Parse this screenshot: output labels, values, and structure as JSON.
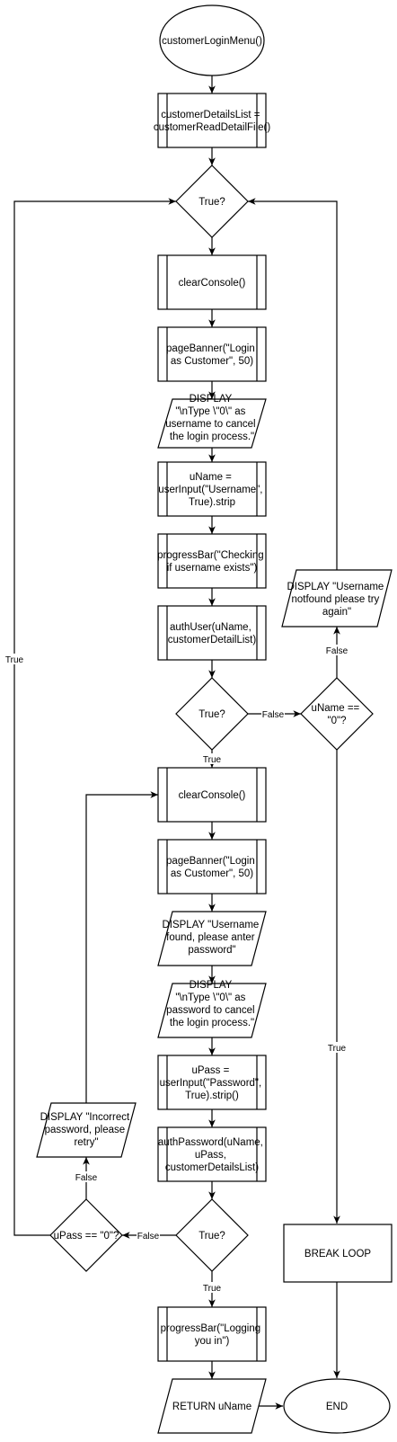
{
  "nodes": {
    "start": "customerLoginMenu()",
    "read_details": [
      "customerDetailsList =",
      "customerReadDetailFile()"
    ],
    "loop_check": "True?",
    "clear1": "clearConsole()",
    "banner1": [
      "pageBanner(\"Login",
      "as Customer\", 50)"
    ],
    "display_cancel_user": [
      "DISPLAY",
      "\"\\nType \\\"0\\\" as",
      "username to cancel",
      "the login process.\""
    ],
    "uname_input": [
      "uName =",
      "userInput(\"Username\",",
      "True).strip"
    ],
    "progress_check": [
      "progressBar(\"Checking",
      "if username exists\")"
    ],
    "auth_user": [
      "authUser(uName,",
      "customerDetailList)"
    ],
    "user_check": "True?",
    "uname_zero": [
      "uName ==",
      "\"0\"?"
    ],
    "user_not_found": [
      "DISPLAY \"Username",
      "notfound please try",
      "again\""
    ],
    "clear2": "clearConsole()",
    "banner2": [
      "pageBanner(\"Login",
      "as Customer\", 50)"
    ],
    "user_found": [
      "DISPLAY \"Username",
      "found, please anter",
      "password\""
    ],
    "display_cancel_pass": [
      "DISPLAY",
      "\"\\nType \\\"0\\\" as",
      "password to cancel",
      "the login process.\""
    ],
    "upass_input": [
      "uPass =",
      "userInput(\"Password\",",
      "True).strip()"
    ],
    "auth_password": [
      "authPassword(uName,",
      "uPass,",
      "customerDetailsList)"
    ],
    "pass_check": "True?",
    "upass_zero": "uPass == \"0\"?",
    "incorrect_pass": [
      "DISPLAY \"Incorrect",
      "password, please",
      "retry\""
    ],
    "progress_login": [
      "progressBar(\"Logging",
      "you in\")"
    ],
    "return_uname": "RETURN uName",
    "break_loop": "BREAK LOOP",
    "end": "END"
  },
  "edge_labels": {
    "user_true": "True",
    "user_false": "False",
    "uname_zero_false": "False",
    "uname_zero_true": "True",
    "pass_true": "True",
    "pass_false": "False",
    "upass_zero_false": "False",
    "upass_zero_true": "True"
  }
}
